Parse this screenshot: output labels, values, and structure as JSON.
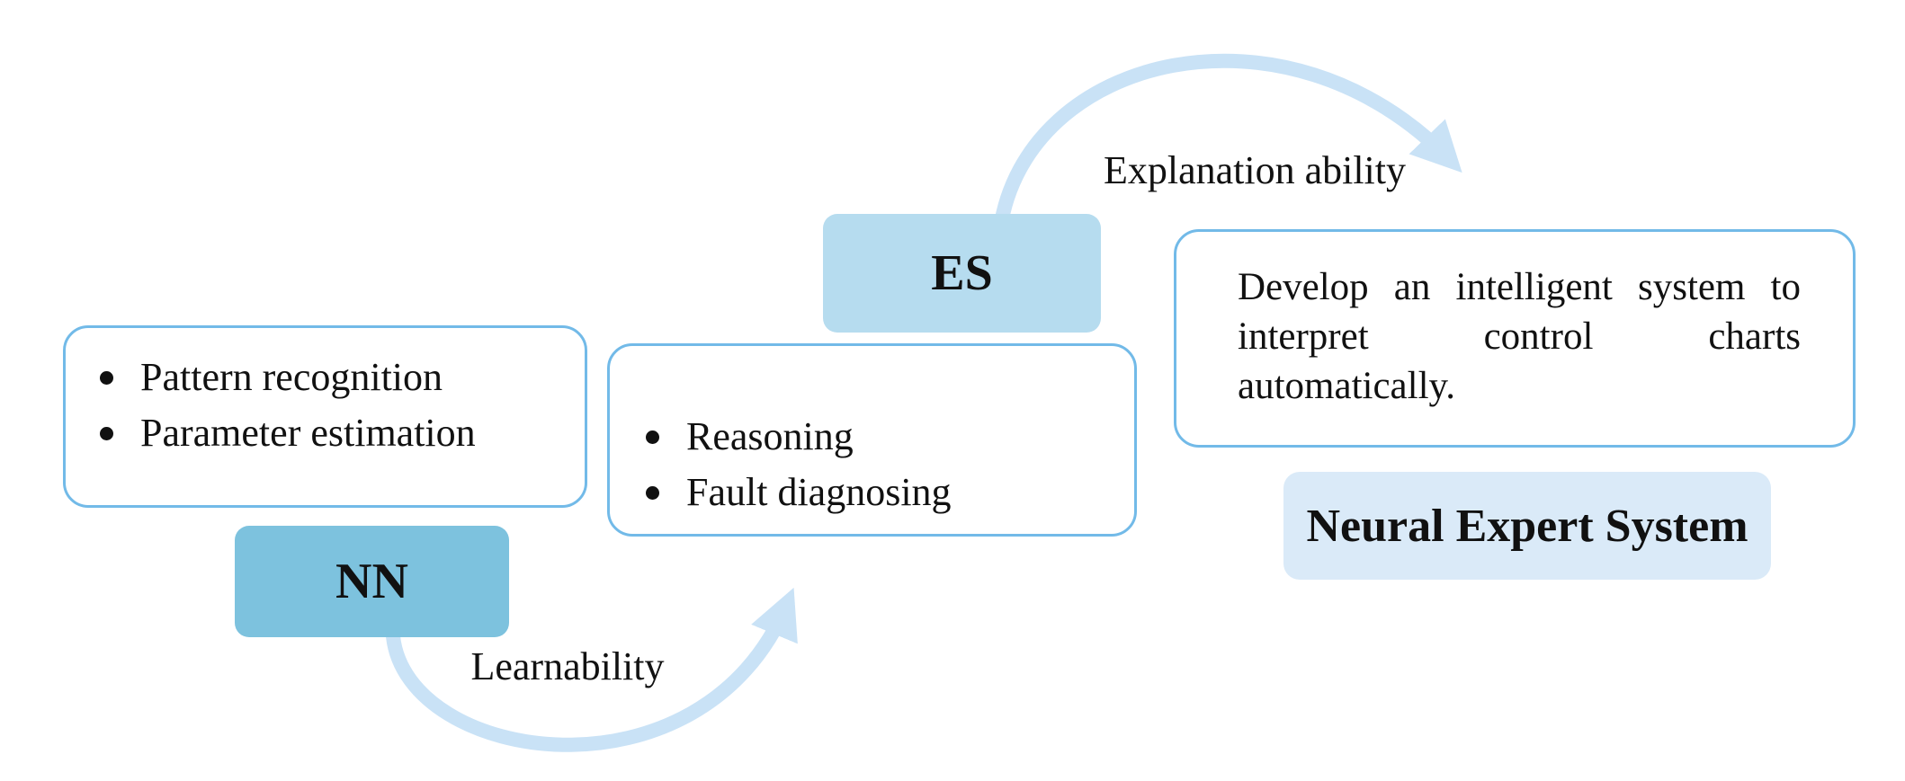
{
  "diagram": {
    "nn_features": {
      "items": [
        "Pattern recognition",
        "Parameter estimation"
      ]
    },
    "nn_label": "NN",
    "es_features": {
      "items": [
        "Reasoning",
        "Fault diagnosing"
      ]
    },
    "es_label": "ES",
    "goal_text": "Develop an intelligent system to interpret control charts automatically.",
    "result_label": "Neural Expert System",
    "arrows": {
      "explanation_label": "Explanation ability",
      "learnability_label": "Learnability"
    }
  },
  "colors": {
    "box_border": "#72BAE8",
    "es_fill": "#B6DCEF",
    "nn_fill": "#7DC2DE",
    "nes_fill": "#DAEAF8",
    "arrow": "#C9E2F6",
    "text": "#111111"
  }
}
